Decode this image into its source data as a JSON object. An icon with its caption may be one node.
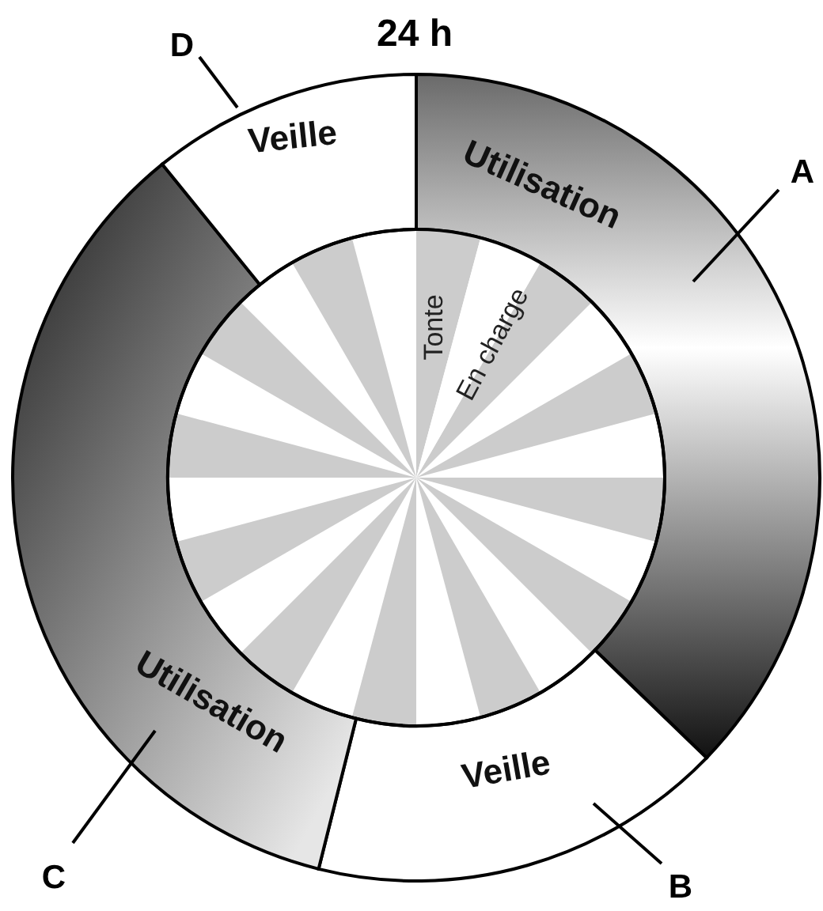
{
  "diagram": {
    "title": "24 h",
    "nodes": [
      {
        "text": [
          "Utilisation"
        ]
      },
      {
        "text": [
          "Veille"
        ]
      },
      {
        "text": [
          "Utilisation"
        ]
      },
      {
        "text": [
          "Veille"
        ]
      },
      {
        "text": [
          "Tonte"
        ]
      },
      {
        "text": [
          "En charge"
        ]
      },
      {
        "text": [
          "A"
        ]
      },
      {
        "text": [
          "B"
        ]
      },
      {
        "text": [
          "C"
        ]
      },
      {
        "text": [
          "D"
        ]
      }
    ],
    "edges": [
      {
        "from": 6,
        "to": 0,
        "arrow": "none"
      },
      {
        "from": 7,
        "to": 1,
        "arrow": "none"
      },
      {
        "from": 8,
        "to": 2,
        "arrow": "none"
      },
      {
        "from": 9,
        "to": 3,
        "arrow": "none"
      }
    ]
  }
}
